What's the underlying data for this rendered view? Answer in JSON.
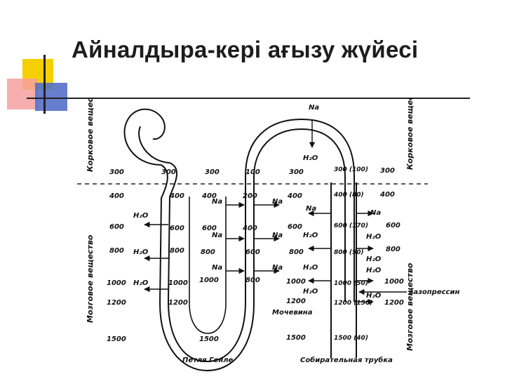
{
  "slide": {
    "title": "Айналдыра-кері ағызу жүйесі",
    "accent_colors": {
      "yellow": "#f5d000",
      "red": "#f07070",
      "blue": "#5570c8",
      "rule": "#222222"
    }
  },
  "diagram": {
    "zones": {
      "cortex_left": "Корковое вещество",
      "cortex_right": "Корковое вещество",
      "medulla_left": "Мозговое вещество",
      "medulla_right": "Мозговое вещество"
    },
    "structures": {
      "loop_of_henle": "Петля Генле",
      "collecting_duct": "Собирательная трубка",
      "urine": "Мочевина",
      "vasopressin": "вазопрессин"
    },
    "ions": {
      "na": "Na",
      "water": "H₂O"
    },
    "left_osmolarity": [
      "300",
      "400",
      "600",
      "800",
      "1000",
      "1200",
      "1500"
    ],
    "right_osmolarity": [
      "300",
      "400",
      "600",
      "800",
      "1000",
      "1200"
    ],
    "loop_values": {
      "desc_limb": [
        "300",
        "400",
        "600",
        "800",
        "1000",
        "1200"
      ],
      "asc_thick": [
        "300",
        "400",
        "600",
        "800",
        "1000"
      ],
      "col2": [
        "100",
        "200",
        "400",
        "600",
        "800"
      ],
      "bottom_loop": "1500",
      "second_loop_desc": [
        "300",
        "400",
        "600",
        "800",
        "1000",
        "1200",
        "1500"
      ],
      "collecting": [
        "300 (100)",
        "400 (80)",
        "600 (170)",
        "800 (50)",
        "1000 (50)",
        "1200 (150)",
        "1500 (40)"
      ]
    }
  }
}
